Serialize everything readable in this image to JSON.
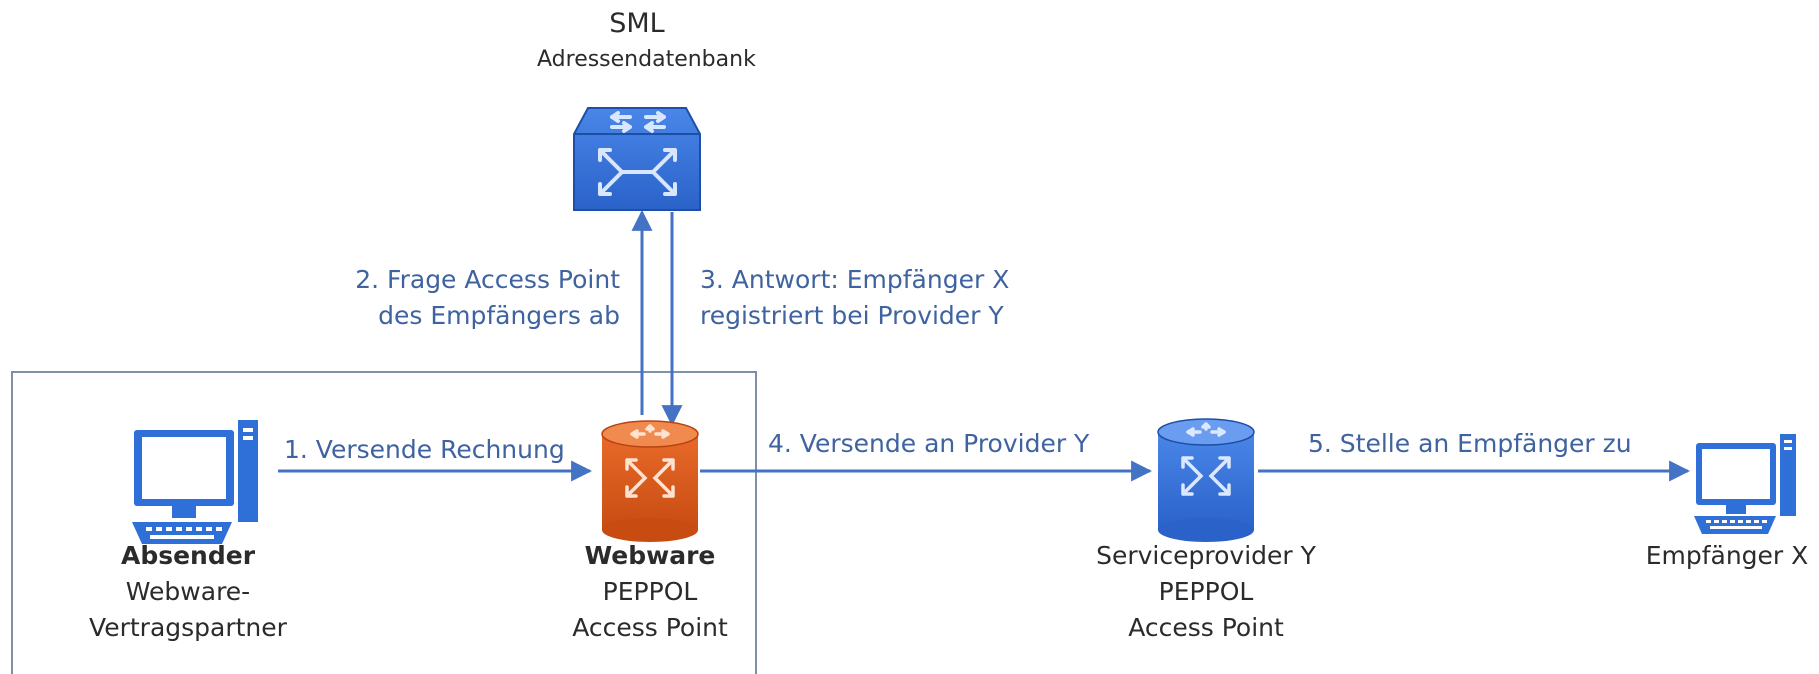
{
  "nodes": {
    "sml": {
      "title": "SML",
      "subtitle": "Adressendatenbank"
    },
    "absender": {
      "name": "Absender",
      "line2": "Webware-",
      "line3": "Vertragspartner"
    },
    "webware": {
      "name": "Webware",
      "line2": "PEPPOL",
      "line3": "Access Point"
    },
    "provider": {
      "line1": "Serviceprovider Y",
      "line2": "PEPPOL",
      "line3": "Access Point"
    },
    "empfaenger": {
      "name": "Empfänger X"
    }
  },
  "edges": {
    "step1": {
      "label": "1. Versende Rechnung"
    },
    "step2": {
      "line1": "2. Frage Access Point",
      "line2": "des Empfängers ab"
    },
    "step3": {
      "line1": "3. Antwort: Empfänger X",
      "line2": "registriert bei Provider Y"
    },
    "step4": {
      "label": "4. Versende an Provider Y"
    },
    "step5": {
      "label": "5. Stelle an Empfänger zu"
    }
  },
  "colors": {
    "blue_device": "#2f6fd8",
    "orange_device": "#d9571b",
    "arrow": "#4472c4",
    "text": "#2b2b2b",
    "edge_text": "#3f63a1",
    "frame": "#8090a8"
  }
}
